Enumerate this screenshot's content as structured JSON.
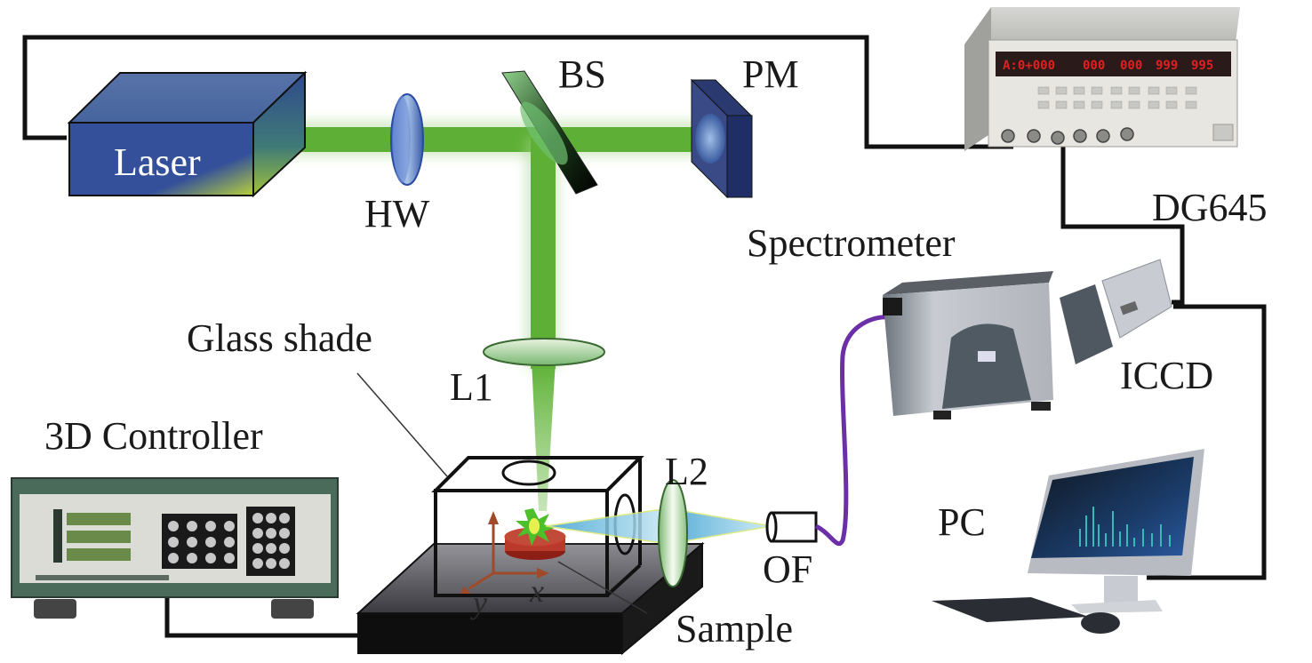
{
  "figure": {
    "title": "LIBS experimental setup schematic",
    "colors": {
      "beam": "#5db035",
      "laser_body": "#3a5a9e",
      "sample": "#b83a2a",
      "fiber": "#6b2fa8",
      "collection_cone": "#7fc8e0",
      "cable": "#111111"
    }
  },
  "labels": {
    "laser": "Laser",
    "hw": "HW",
    "bs": "BS",
    "pm": "PM",
    "l1": "L1",
    "l2": "L2",
    "glass_shade": "Glass shade",
    "controller": "3D Controller",
    "spectrometer": "Spectrometer",
    "dg645": "DG645",
    "iccd": "ICCD",
    "pc": "PC",
    "of": "OF",
    "sample": "Sample",
    "axis_x": "x",
    "axis_y": "y"
  },
  "dg645_display": [
    "A:0+000",
    "000",
    "000",
    "999",
    "995"
  ]
}
